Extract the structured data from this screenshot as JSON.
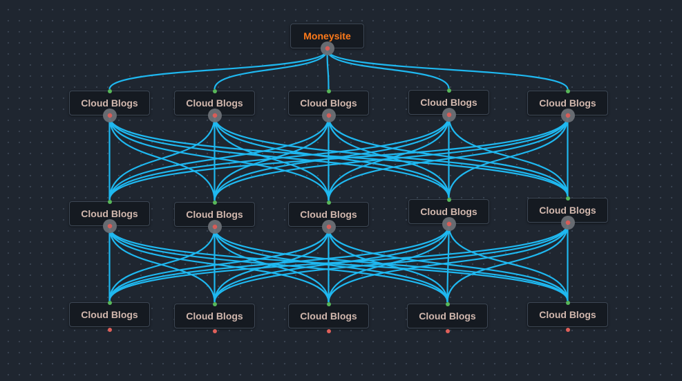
{
  "flow": {
    "root": {
      "label": "Moneysite",
      "color": "#ff7a1a"
    },
    "tiers": [
      {
        "tier": 1,
        "nodes": [
          "Cloud Blogs",
          "Cloud Blogs",
          "Cloud Blogs",
          "Cloud Blogs",
          "Cloud Blogs"
        ]
      },
      {
        "tier": 2,
        "nodes": [
          "Cloud Blogs",
          "Cloud Blogs",
          "Cloud Blogs",
          "Cloud Blogs",
          "Cloud Blogs"
        ]
      },
      {
        "tier": 3,
        "nodes": [
          "Cloud Blogs",
          "Cloud Blogs",
          "Cloud Blogs",
          "Cloud Blogs",
          "Cloud Blogs"
        ]
      }
    ],
    "connections": [
      {
        "from": "root",
        "to": "tier-1",
        "pattern": "one-to-all"
      },
      {
        "from": "tier-1",
        "to": "tier-2",
        "pattern": "all-to-all"
      },
      {
        "from": "tier-2",
        "to": "tier-3",
        "pattern": "all-to-all"
      }
    ],
    "colors": {
      "edge": "#1fb8f0",
      "node_bg": "#151a21",
      "node_text": "#d2b8ae",
      "input_handle": "#58b85a",
      "output_handle": "#e0605a",
      "canvas_bg": "#1f2630"
    }
  }
}
